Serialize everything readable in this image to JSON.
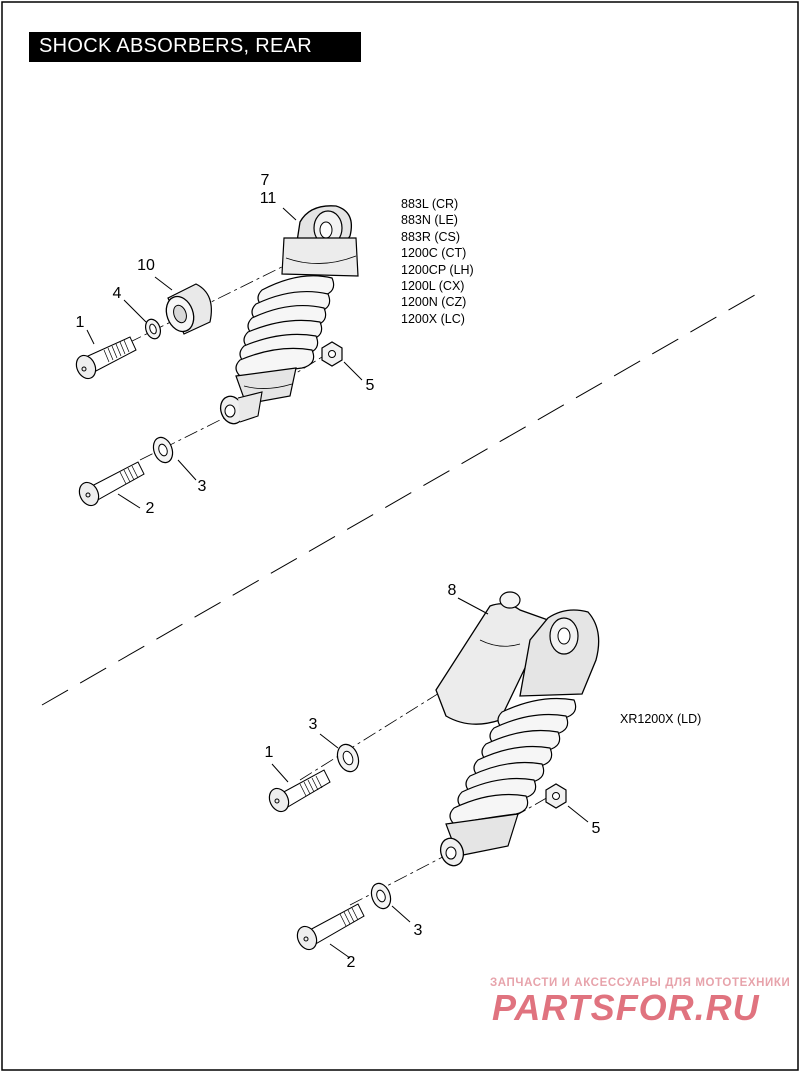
{
  "title": "SHOCK ABSORBERS, REAR",
  "upper_models": [
    "883L (CR)",
    "883N (LE)",
    "883R (CS)",
    "1200C (CT)",
    "1200CP (LH)",
    "1200L (CX)",
    "1200N (CZ)",
    "1200X (LC)"
  ],
  "lower_model": "XR1200X (LD)",
  "callouts_upper": {
    "c7": "7",
    "c11": "11",
    "c10": "10",
    "c4": "4",
    "c1": "1",
    "c5": "5",
    "c3": "3",
    "c2": "2"
  },
  "callouts_lower": {
    "c8": "8",
    "c3a": "3",
    "c1": "1",
    "c5": "5",
    "c3b": "3",
    "c2": "2"
  },
  "watermark": {
    "tagline": "ЗАПЧАСТИ И АКСЕССУАРЫ ДЛЯ МОТОТЕХНИКИ",
    "logo": "PARTSFOR.RU",
    "color": "#e0737f"
  }
}
